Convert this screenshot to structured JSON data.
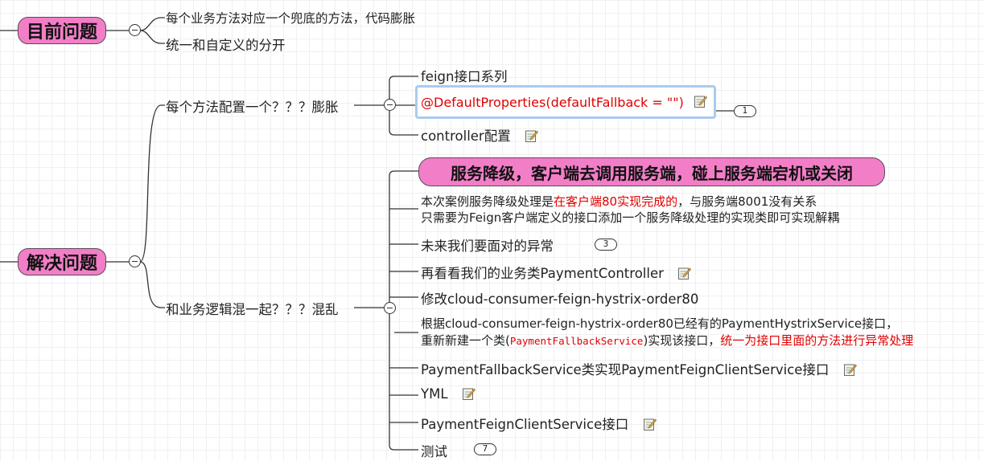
{
  "topics": {
    "current_problem": "目前问题",
    "solve_problem": "解决问题"
  },
  "problems": {
    "item1": "每个业务方法对应一个兜底的方法，代码膨胀",
    "item2": "统一和自定义的分开"
  },
  "solve": {
    "branch1": {
      "label": "每个方法配置一个？？？膨胀",
      "children": {
        "c1": "feign接口系列",
        "c2": "@DefaultProperties(defaultFallback = \"\")",
        "c2_badge": "1",
        "c3": "controller配置"
      }
    },
    "branch2": {
      "label": "和业务逻辑混一起？？？混乱",
      "main_topic": "服务降级，客户端去调用服务端，碰上服务端宕机或关闭",
      "desc": {
        "line1_a": "本次案例服务降级处理是",
        "line1_red": "在客户端80实现完成的",
        "line1_b": "，与服务端8001没有关系",
        "line2": "只需要为Feign客户端定义的接口添加一个服务降级处理的实现类即可实现解耦"
      },
      "c_exceptions": "未来我们要面对的异常",
      "c_exceptions_badge": "3",
      "c_payment_controller": "再看看我们的业务类PaymentController",
      "c_modify": "修改cloud-consumer-feign-hystrix-order80",
      "c_create": {
        "line1": "根据cloud-consumer-feign-hystrix-order80已经有的PaymentHystrixService接口，",
        "line2_a": "重新新建一个类(",
        "line2_mono": "PaymentFallbackService",
        "line2_b": ")实现该接口，",
        "line2_red": "统一为接口里面的方法进行异常处理"
      },
      "c_impl": "PaymentFallbackService类实现PaymentFeignClientService接口",
      "c_yml": "YML",
      "c_interface": "PaymentFeignClientService接口",
      "c_test": "测试",
      "c_test_badge": "7"
    }
  },
  "colors": {
    "topic_fill": "#f27ec8",
    "line": "#333333",
    "highlight_text": "#e00000",
    "selection_border": "#a9ccee"
  },
  "icons": {
    "note": "note-icon",
    "collapse": "collapse-icon"
  }
}
